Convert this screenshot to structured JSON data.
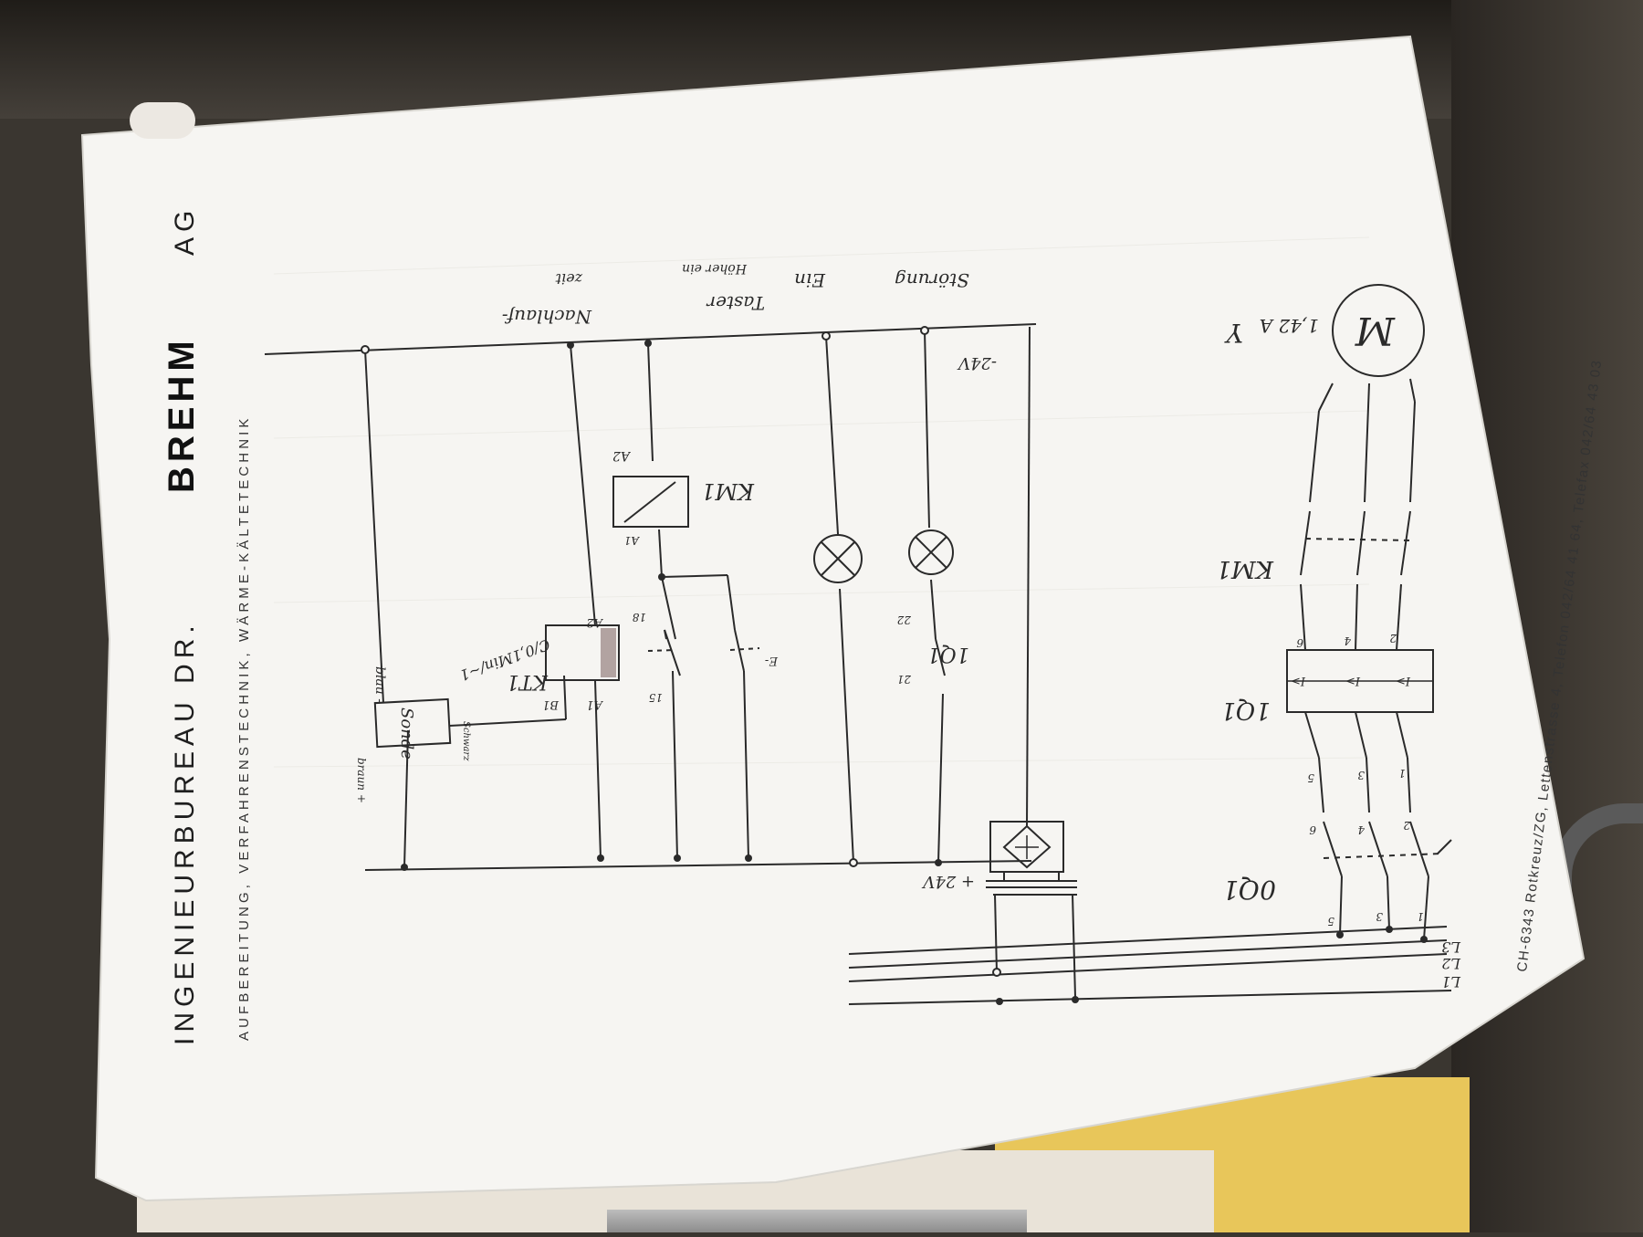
{
  "letterhead": {
    "company_prefix": "INGENIEURBUREAU DR.",
    "company_name": "BREHM",
    "company_suffix": "AG",
    "services": "AUFBEREITUNG, VERFAHRENSTECHNIK, WÄRME-KÄLTETECHNIK",
    "address": "CH-6343 Rotkreuz/ZG, Lettenstrasse 4, Telefon 042/64 41 64, Telefax 042/64 43 03"
  },
  "labels": {
    "stoerung": "Störung",
    "ein": "Ein",
    "taster": "Taster",
    "hoher_ein": "Höher ein",
    "nachlauf": "Nachlauf-",
    "zeit": "zeit",
    "minus_24v": "-24V",
    "plus_24v": "+ 24V",
    "a1_km1": "A1",
    "a2_km1": "A2",
    "km1": "KM1",
    "km1_contacts": "KM1",
    "kt1": "KT1",
    "kt1_spec": "C/0,1Min/~1",
    "kt1_a1": "A1",
    "kt1_a2": "A2",
    "kt1_b1": "B1",
    "contact_15": "15",
    "contact_18": "18",
    "contact_21": "21",
    "contact_22": "22",
    "e_mark": "E-",
    "q1_aux": "1Q1",
    "q1_main": "1Q1",
    "oq1": "0Q1",
    "sonde": "Sonde",
    "schwarz": "Schwarz",
    "blau": "blau -",
    "braun": "braun +",
    "motor": "M",
    "motor_rating": "1,42 A",
    "motor_star": "Y",
    "l1": "L1",
    "l2": "L2",
    "l3": "L3",
    "oq1_t1": "1",
    "oq1_t2": "2",
    "oq1_t3": "3",
    "oq1_t4": "4",
    "oq1_t5": "5",
    "oq1_t6": "6",
    "q1_t1": "1",
    "q1_t3": "3",
    "q1_t5": "5",
    "q1_t2": "2",
    "q1_t4": "4",
    "q1_t6": "6",
    "q1_i1": "I>",
    "q1_i2": "I>",
    "q1_i3": "I>"
  }
}
